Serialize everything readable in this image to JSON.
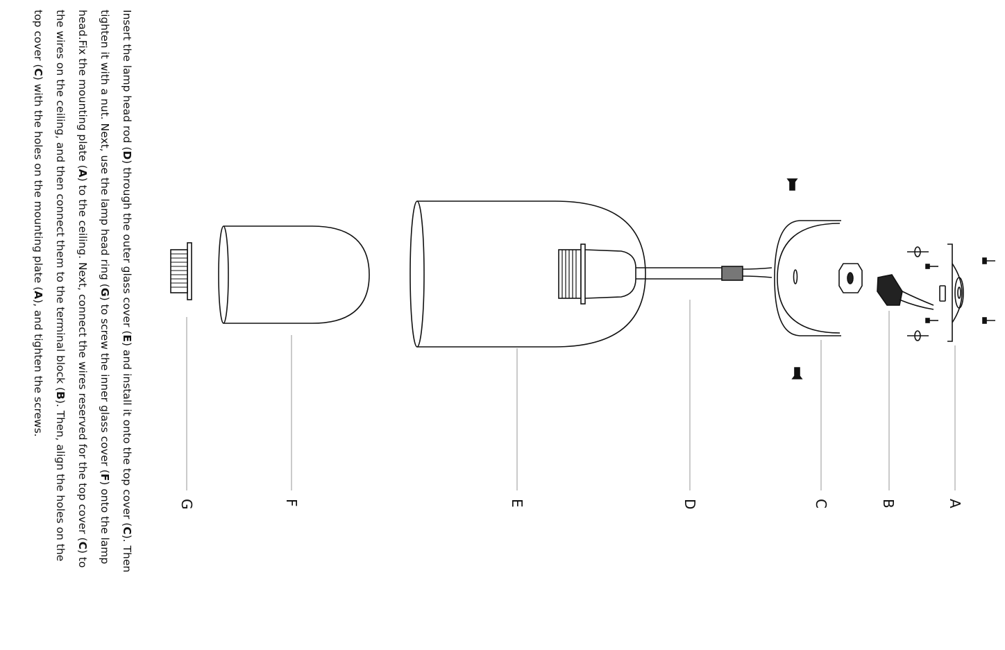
{
  "instructions": {
    "lines": [
      [
        {
          "t": "Insert the lamp head rod ("
        },
        {
          "t": "D",
          "b": true
        },
        {
          "t": ") through the outer glass cover ("
        },
        {
          "t": "E",
          "b": true
        },
        {
          "t": ") and install it onto the top cover ("
        },
        {
          "t": "C",
          "b": true
        },
        {
          "t": "). Then"
        }
      ],
      [
        {
          "t": "tighten it with a nut. Next, use the lamp head ring ("
        },
        {
          "t": "G",
          "b": true
        },
        {
          "t": ") to screw the inner glass cover ("
        },
        {
          "t": "F",
          "b": true
        },
        {
          "t": ") onto the lamp"
        }
      ],
      [
        {
          "t": "head.Fix the mounting plate ("
        },
        {
          "t": "A",
          "b": true
        },
        {
          "t": ") to the ceiling. Next, connect the wires reserved for the top cover ("
        },
        {
          "t": "C",
          "b": true
        },
        {
          "t": ") to"
        }
      ],
      [
        {
          "t": "the wires on the ceiling, and then connect them to the terminal block ("
        },
        {
          "t": "B",
          "b": true
        },
        {
          "t": "). Then, align the holes on the"
        }
      ],
      [
        {
          "t": "top cover ("
        },
        {
          "t": "C",
          "b": true
        },
        {
          "t": ") with the holes on the mounting plate ("
        },
        {
          "t": "A",
          "b": true
        },
        {
          "t": "), and tighten the screws."
        }
      ]
    ]
  },
  "parts": [
    {
      "id": "A",
      "label": "A"
    },
    {
      "id": "B",
      "label": "B"
    },
    {
      "id": "C",
      "label": "C"
    },
    {
      "id": "D",
      "label": "D"
    },
    {
      "id": "E",
      "label": "E"
    },
    {
      "id": "F",
      "label": "F"
    },
    {
      "id": "G",
      "label": "G"
    }
  ],
  "colors": {
    "stroke": "#111111",
    "leader": "#a8a8a8",
    "text": "#111111"
  }
}
